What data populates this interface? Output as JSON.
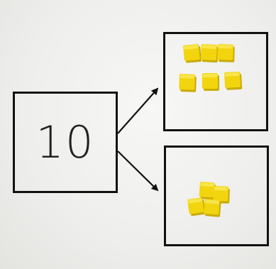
{
  "whole_number": "10",
  "top_part_cubes": 6,
  "bottom_part_cubes": 4,
  "colors": {
    "ink": "#111111",
    "cube_face": "#f2d40f",
    "cube_top": "#f8e649",
    "cube_shadow": "#c9ab05"
  }
}
